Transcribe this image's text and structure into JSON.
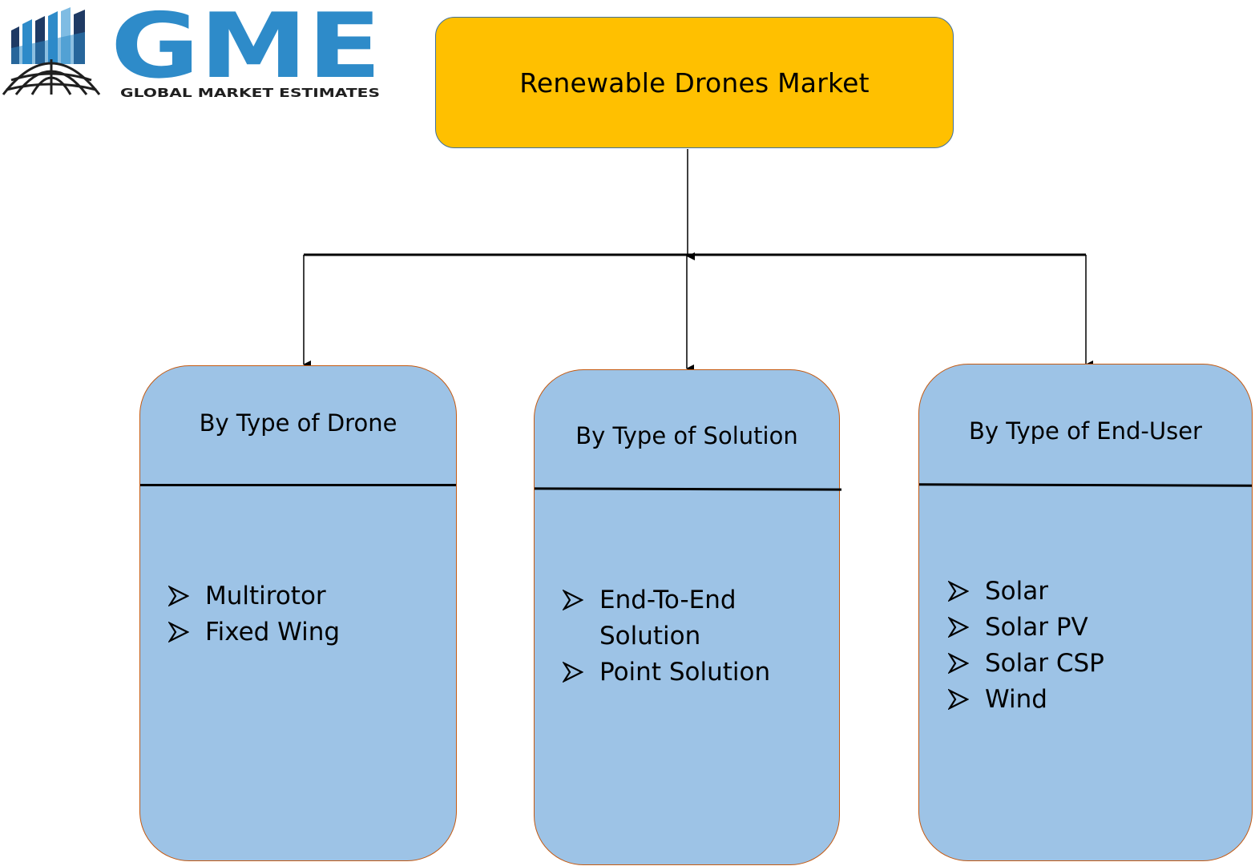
{
  "logo": {
    "letters": "GME",
    "tagline": "GLOBAL MARKET ESTIMATES",
    "colors": {
      "primary": "#2E8BC9",
      "dark": "#1F3A64",
      "light": "#7FBCE3"
    }
  },
  "root": {
    "title": "Renewable Drones Market",
    "fill": "#FFC000"
  },
  "categories": [
    {
      "heading": "By Type of Drone",
      "items": [
        "Multirotor",
        "Fixed Wing"
      ]
    },
    {
      "heading": "By Type of Solution",
      "items": [
        "End-To-End Solution",
        "Point Solution"
      ]
    },
    {
      "heading": "By Type of End-User",
      "items": [
        "Solar",
        "Solar PV",
        "Solar CSP",
        "Wind"
      ]
    }
  ],
  "colors": {
    "box_fill": "#9DC3E6",
    "box_border": "#C55A11",
    "root_border": "#41719C",
    "connector": "#000000"
  }
}
